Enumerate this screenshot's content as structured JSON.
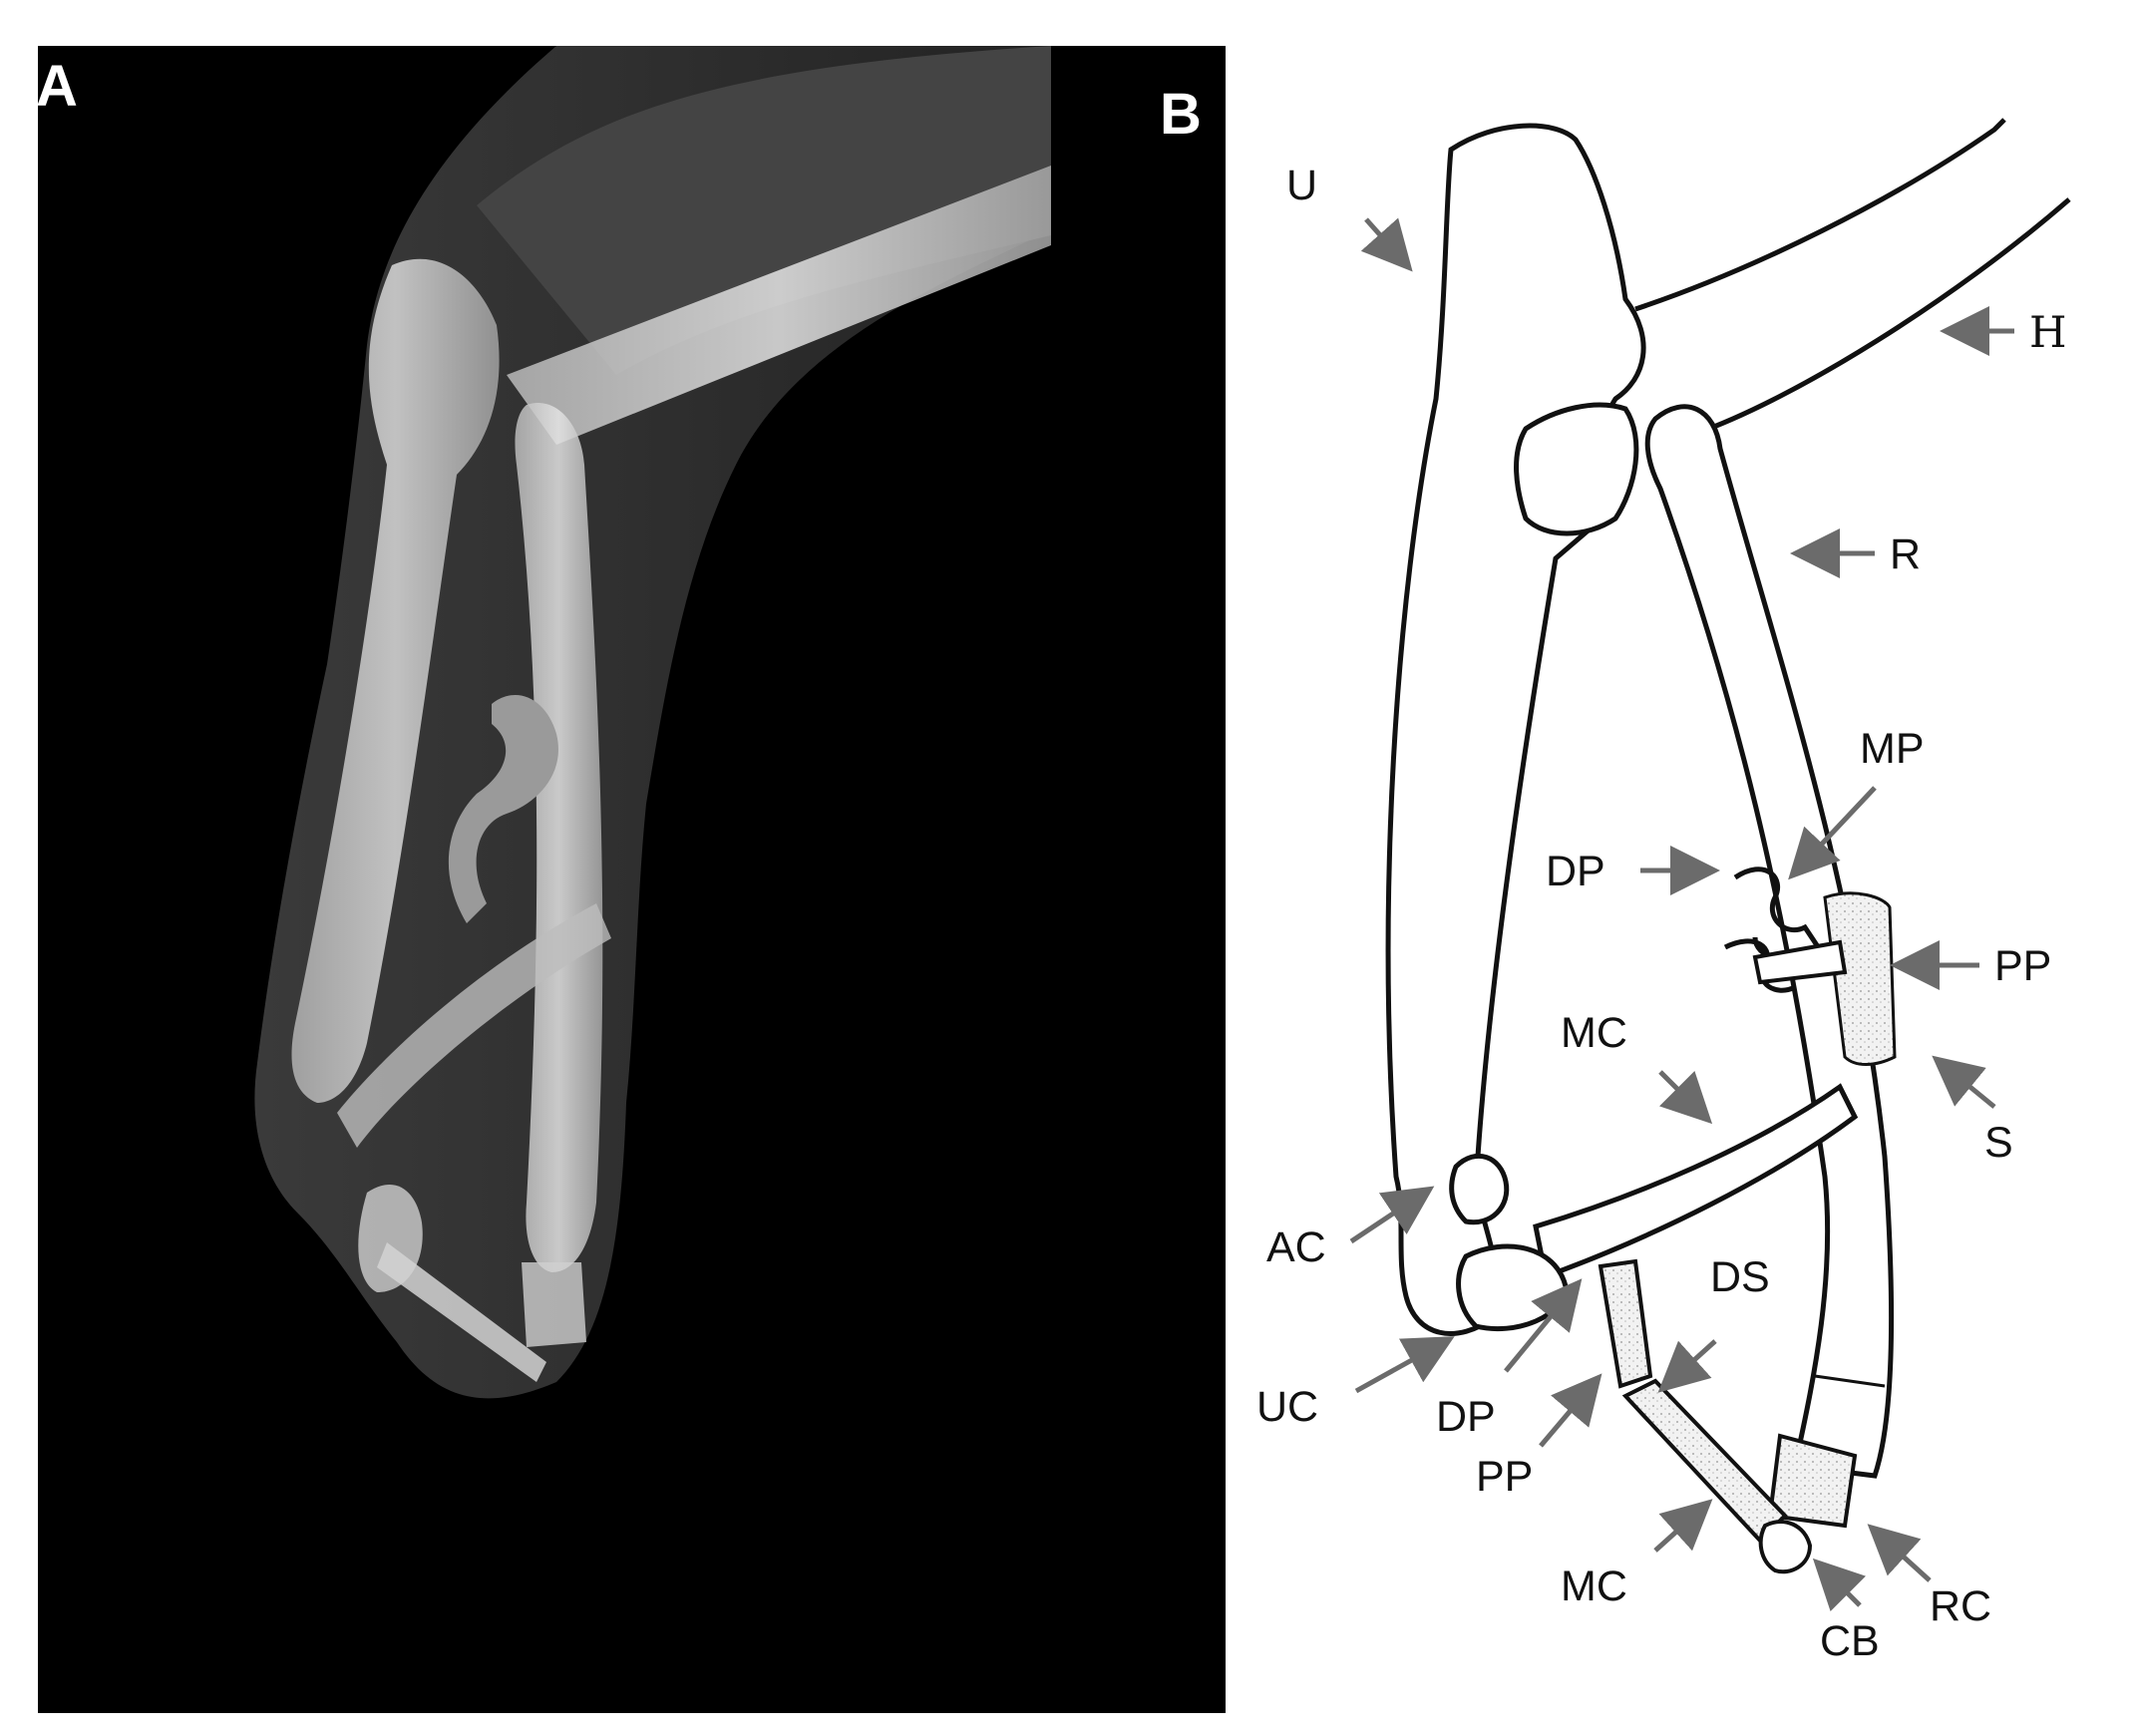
{
  "panels": {
    "a": {
      "label": "A"
    },
    "b": {
      "label": "B"
    }
  },
  "annotations": {
    "U": "U",
    "H": "H",
    "R": "R",
    "MP": "MP",
    "DP_top": "DP",
    "PP_right": "PP",
    "MC_mid": "MC",
    "S": "S",
    "AC": "AC",
    "DS": "DS",
    "UC": "UC",
    "DP_bottom": "DP",
    "PP_bottom": "PP",
    "MC_bottom": "MC",
    "RC": "RC",
    "CB": "CB"
  },
  "colors": {
    "background": "#ffffff",
    "xray_background": "#000000",
    "arrow": "#6b6b6b",
    "outline": "#111111"
  }
}
